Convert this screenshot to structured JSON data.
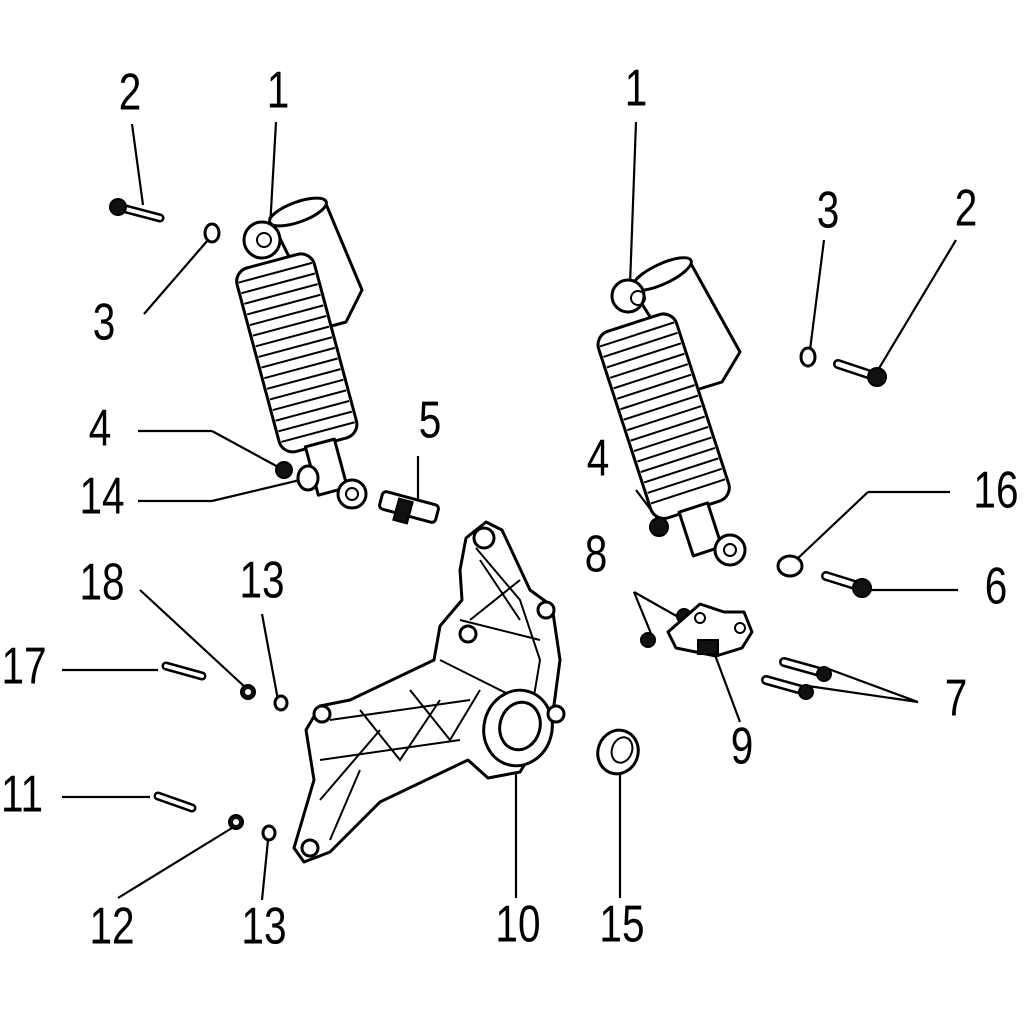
{
  "callouts": [
    {
      "id": "l2",
      "label": "2"
    },
    {
      "id": "l1a",
      "label": "1"
    },
    {
      "id": "r1",
      "label": "1"
    },
    {
      "id": "l3",
      "label": "3"
    },
    {
      "id": "r3",
      "label": "3"
    },
    {
      "id": "r2",
      "label": "2"
    },
    {
      "id": "l4",
      "label": "4"
    },
    {
      "id": "c5",
      "label": "5"
    },
    {
      "id": "l14",
      "label": "14"
    },
    {
      "id": "r4",
      "label": "4"
    },
    {
      "id": "r16",
      "label": "16"
    },
    {
      "id": "r8",
      "label": "8"
    },
    {
      "id": "l18",
      "label": "18"
    },
    {
      "id": "l13a",
      "label": "13"
    },
    {
      "id": "r6",
      "label": "6"
    },
    {
      "id": "l17",
      "label": "17"
    },
    {
      "id": "r7",
      "label": "7"
    },
    {
      "id": "r9",
      "label": "9"
    },
    {
      "id": "l11",
      "label": "11"
    },
    {
      "id": "l12",
      "label": "12"
    },
    {
      "id": "l13b",
      "label": "13"
    },
    {
      "id": "c10",
      "label": "10"
    },
    {
      "id": "c15",
      "label": "15"
    }
  ]
}
